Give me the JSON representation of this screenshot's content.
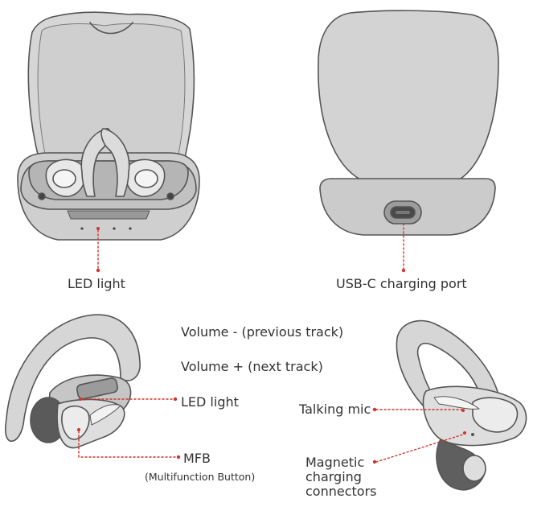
{
  "labels": {
    "case_led": "LED light",
    "usb_port": "USB-C charging port",
    "volume_minus": "Volume - (previous track)",
    "volume_plus": "Volume + (next track)",
    "earbud_led": "LED light",
    "talking_mic": "Talking mic",
    "mfb": "MFB",
    "mfb_full": "(Multifunction Button)",
    "magnetic_1": "Magnetic",
    "magnetic_2": "charging",
    "magnetic_3": "connectors"
  },
  "colors": {
    "outline": "#555555",
    "shell": "#d3d3d3",
    "shell_dark": "#a9a9a9",
    "shell_light": "#e9e9e9",
    "port": "#4a4a4a",
    "leader": "#d0342c"
  }
}
